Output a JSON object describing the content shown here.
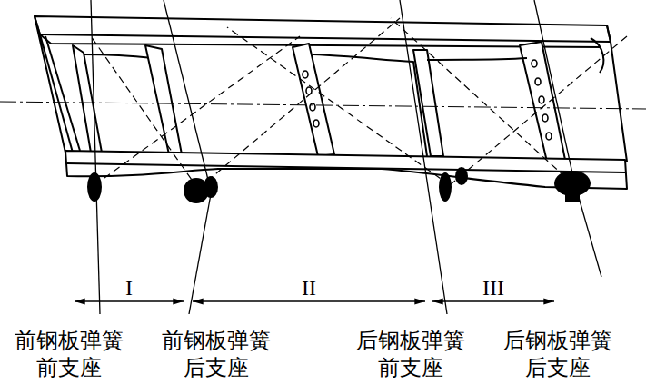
{
  "diagram": {
    "labels": [
      "I",
      "II",
      "III",
      "前钢板弹簧 前支座",
      "前钢板弹簧 后支座",
      "后钢板弹簧 前支座",
      "后钢板弹簧 后支座"
    ]
  }
}
